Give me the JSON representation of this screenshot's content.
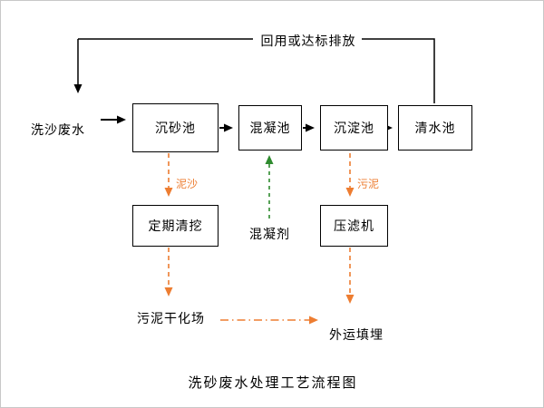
{
  "diagram": {
    "title": "洗砂废水处理工艺流程图",
    "top_label": "回用或达标排放",
    "input_label": "洗沙废水",
    "boxes": {
      "grit": "沉砂池",
      "coagulation": "混凝池",
      "sedimentation": "沉淀池",
      "clear_water": "清水池",
      "dredge": "定期清挖",
      "filter_press": "压滤机"
    },
    "flow_labels": {
      "silt": "泥沙",
      "sludge": "污泥",
      "coagulant": "混凝剂",
      "drying_field": "污泥干化场",
      "landfill": "外运填埋"
    },
    "colors": {
      "main_line": "#000000",
      "sludge_arrow": "#ED7D31",
      "coagulant_arrow": "#2E8B2E"
    }
  }
}
